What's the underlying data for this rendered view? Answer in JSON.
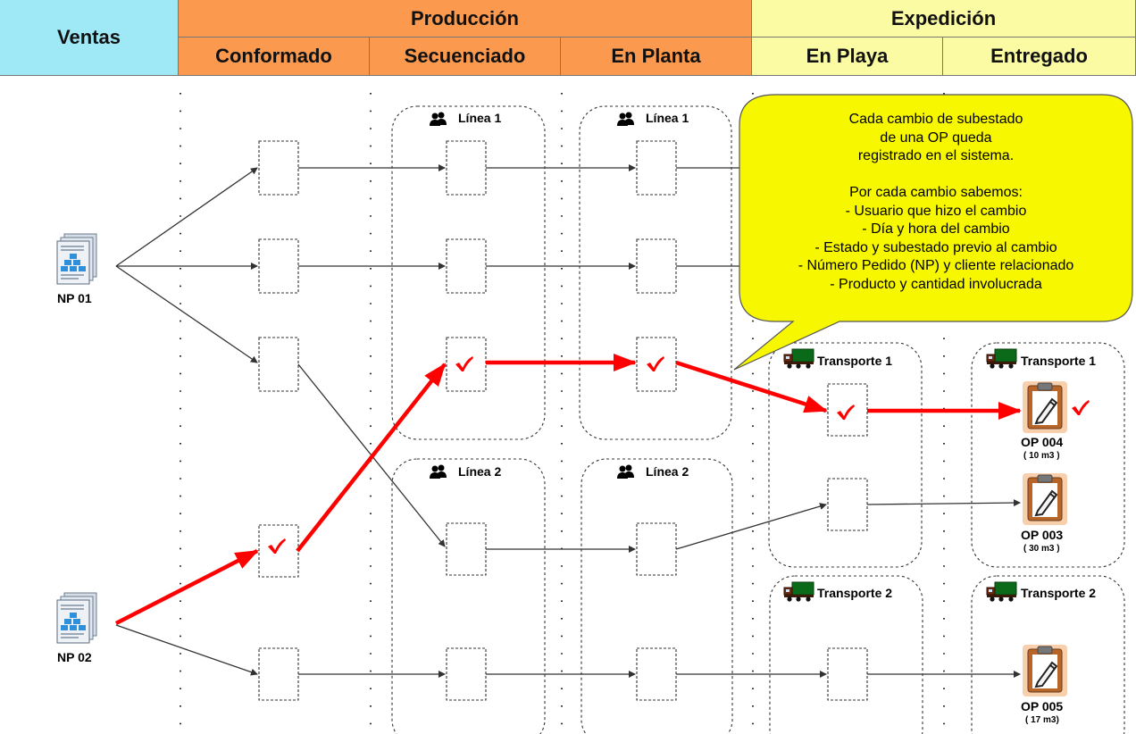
{
  "header": {
    "ventas": "Ventas",
    "produccion": "Producción",
    "expedicion": "Expedición",
    "conformado": "Conformado",
    "secuenciado": "Secuenciado",
    "en_planta": "En Planta",
    "en_playa": "En Playa",
    "entregado": "Entregado"
  },
  "colors": {
    "ventas_bg": "#9fe8f6",
    "produccion_bg": "#fb9a4e",
    "expedicion_bg": "#fbfba3",
    "callout_bg": "#f7f700",
    "highlight_arrow": "#ff0000"
  },
  "orders": {
    "np01": "NP 01",
    "np02": "NP 02"
  },
  "groups": {
    "linea1": "Línea 1",
    "linea2": "Línea 2",
    "transporte1": "Transporte 1",
    "transporte2": "Transporte 2"
  },
  "outputs": {
    "op004": {
      "name": "OP 004",
      "qty": "( 10 m3 )"
    },
    "op003": {
      "name": "OP 003",
      "qty": "( 30 m3 )"
    },
    "op005": {
      "name": "OP 005",
      "qty": "( 17 m3)"
    }
  },
  "callout": {
    "lines": [
      "Cada cambio de subestado",
      "de una OP queda",
      "registrado en el sistema.",
      "",
      "Por cada cambio sabemos:",
      "- Usuario que hizo el cambio",
      "- Día y hora del cambio",
      "- Estado y subestado previo al cambio",
      "- Número Pedido (NP) y cliente relacionado",
      "- Producto y cantidad involucrada"
    ]
  },
  "icons": {
    "order_doc": "document-icon",
    "clipboard": "clipboard-pencil-icon",
    "group": "users-icon",
    "truck": "truck-icon",
    "check": "checkmark-icon"
  }
}
